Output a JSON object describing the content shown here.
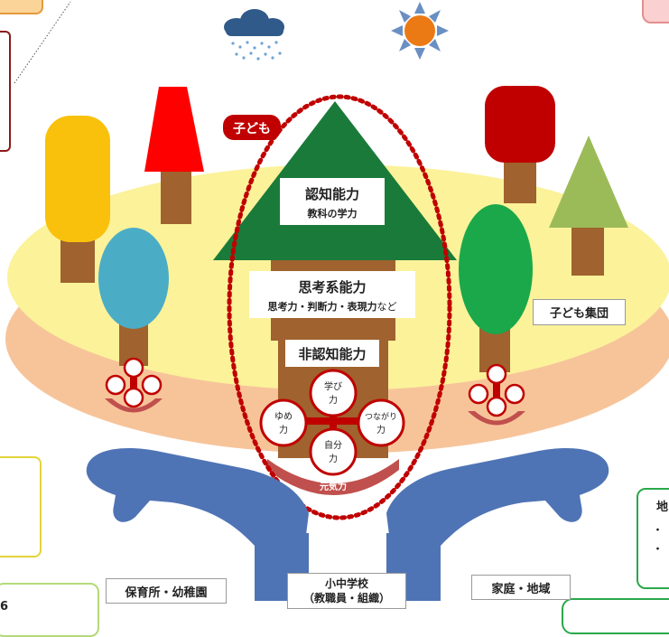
{
  "diagram": {
    "child_tag": "子ども",
    "cognitive": {
      "title": "認知能力",
      "sub": "教科の学力"
    },
    "thinking": {
      "title": "思考系能力",
      "sub_main": "思考力・判断力・表現力",
      "sub_suffix": "など"
    },
    "noncognitive": {
      "title": "非認知能力",
      "circles": {
        "learn": [
          "学び",
          "力"
        ],
        "dream": [
          "ゆめ",
          "力"
        ],
        "connect": [
          "つながり",
          "力"
        ],
        "self": [
          "自分",
          "力"
        ]
      },
      "genki": "元気力"
    },
    "group_label": "子ども集団",
    "hands": {
      "left": "保育所・幼稚園",
      "center": [
        "小中学校",
        "（教職員・組織）"
      ],
      "right": "家庭・地域"
    }
  },
  "fragments": {
    "right_box_char": "地",
    "bullet_1": "・",
    "bullet_2": "・",
    "bottom_left_char": "6"
  },
  "colors": {
    "yellow_ground": "#fbf29a",
    "peach_ground": "#f7c49a",
    "dark_green": "#1a7a3a",
    "trunk": "#a0622e",
    "dark_red": "#a61d1d",
    "blue_hands": "#4f74b5"
  }
}
